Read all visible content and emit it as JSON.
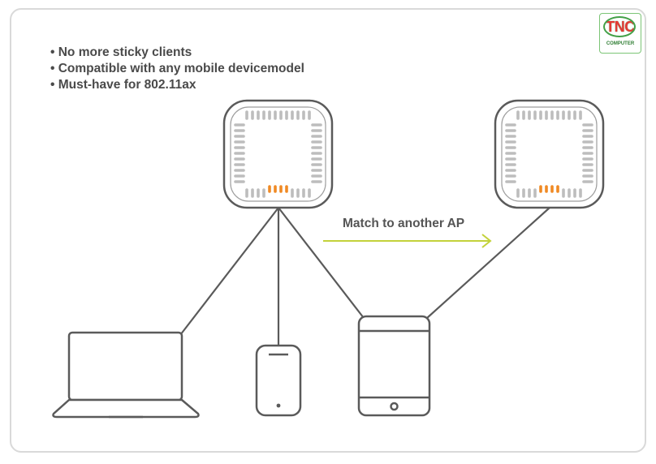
{
  "bullets": [
    "No more sticky clients",
    "Compatible with any mobile devicemodel",
    "Must-have for 802.11ax"
  ],
  "arrow_label": "Match to another AP",
  "logo": {
    "word": "TNC",
    "sub": "COMPUTER"
  },
  "colors": {
    "line": "#5a5a5a",
    "arrow": "#c3d23a",
    "led": "#f08a24",
    "vent": "#bdbdbd"
  },
  "icons": [
    "access-point-icon",
    "laptop-icon",
    "phone-icon",
    "tablet-icon"
  ]
}
